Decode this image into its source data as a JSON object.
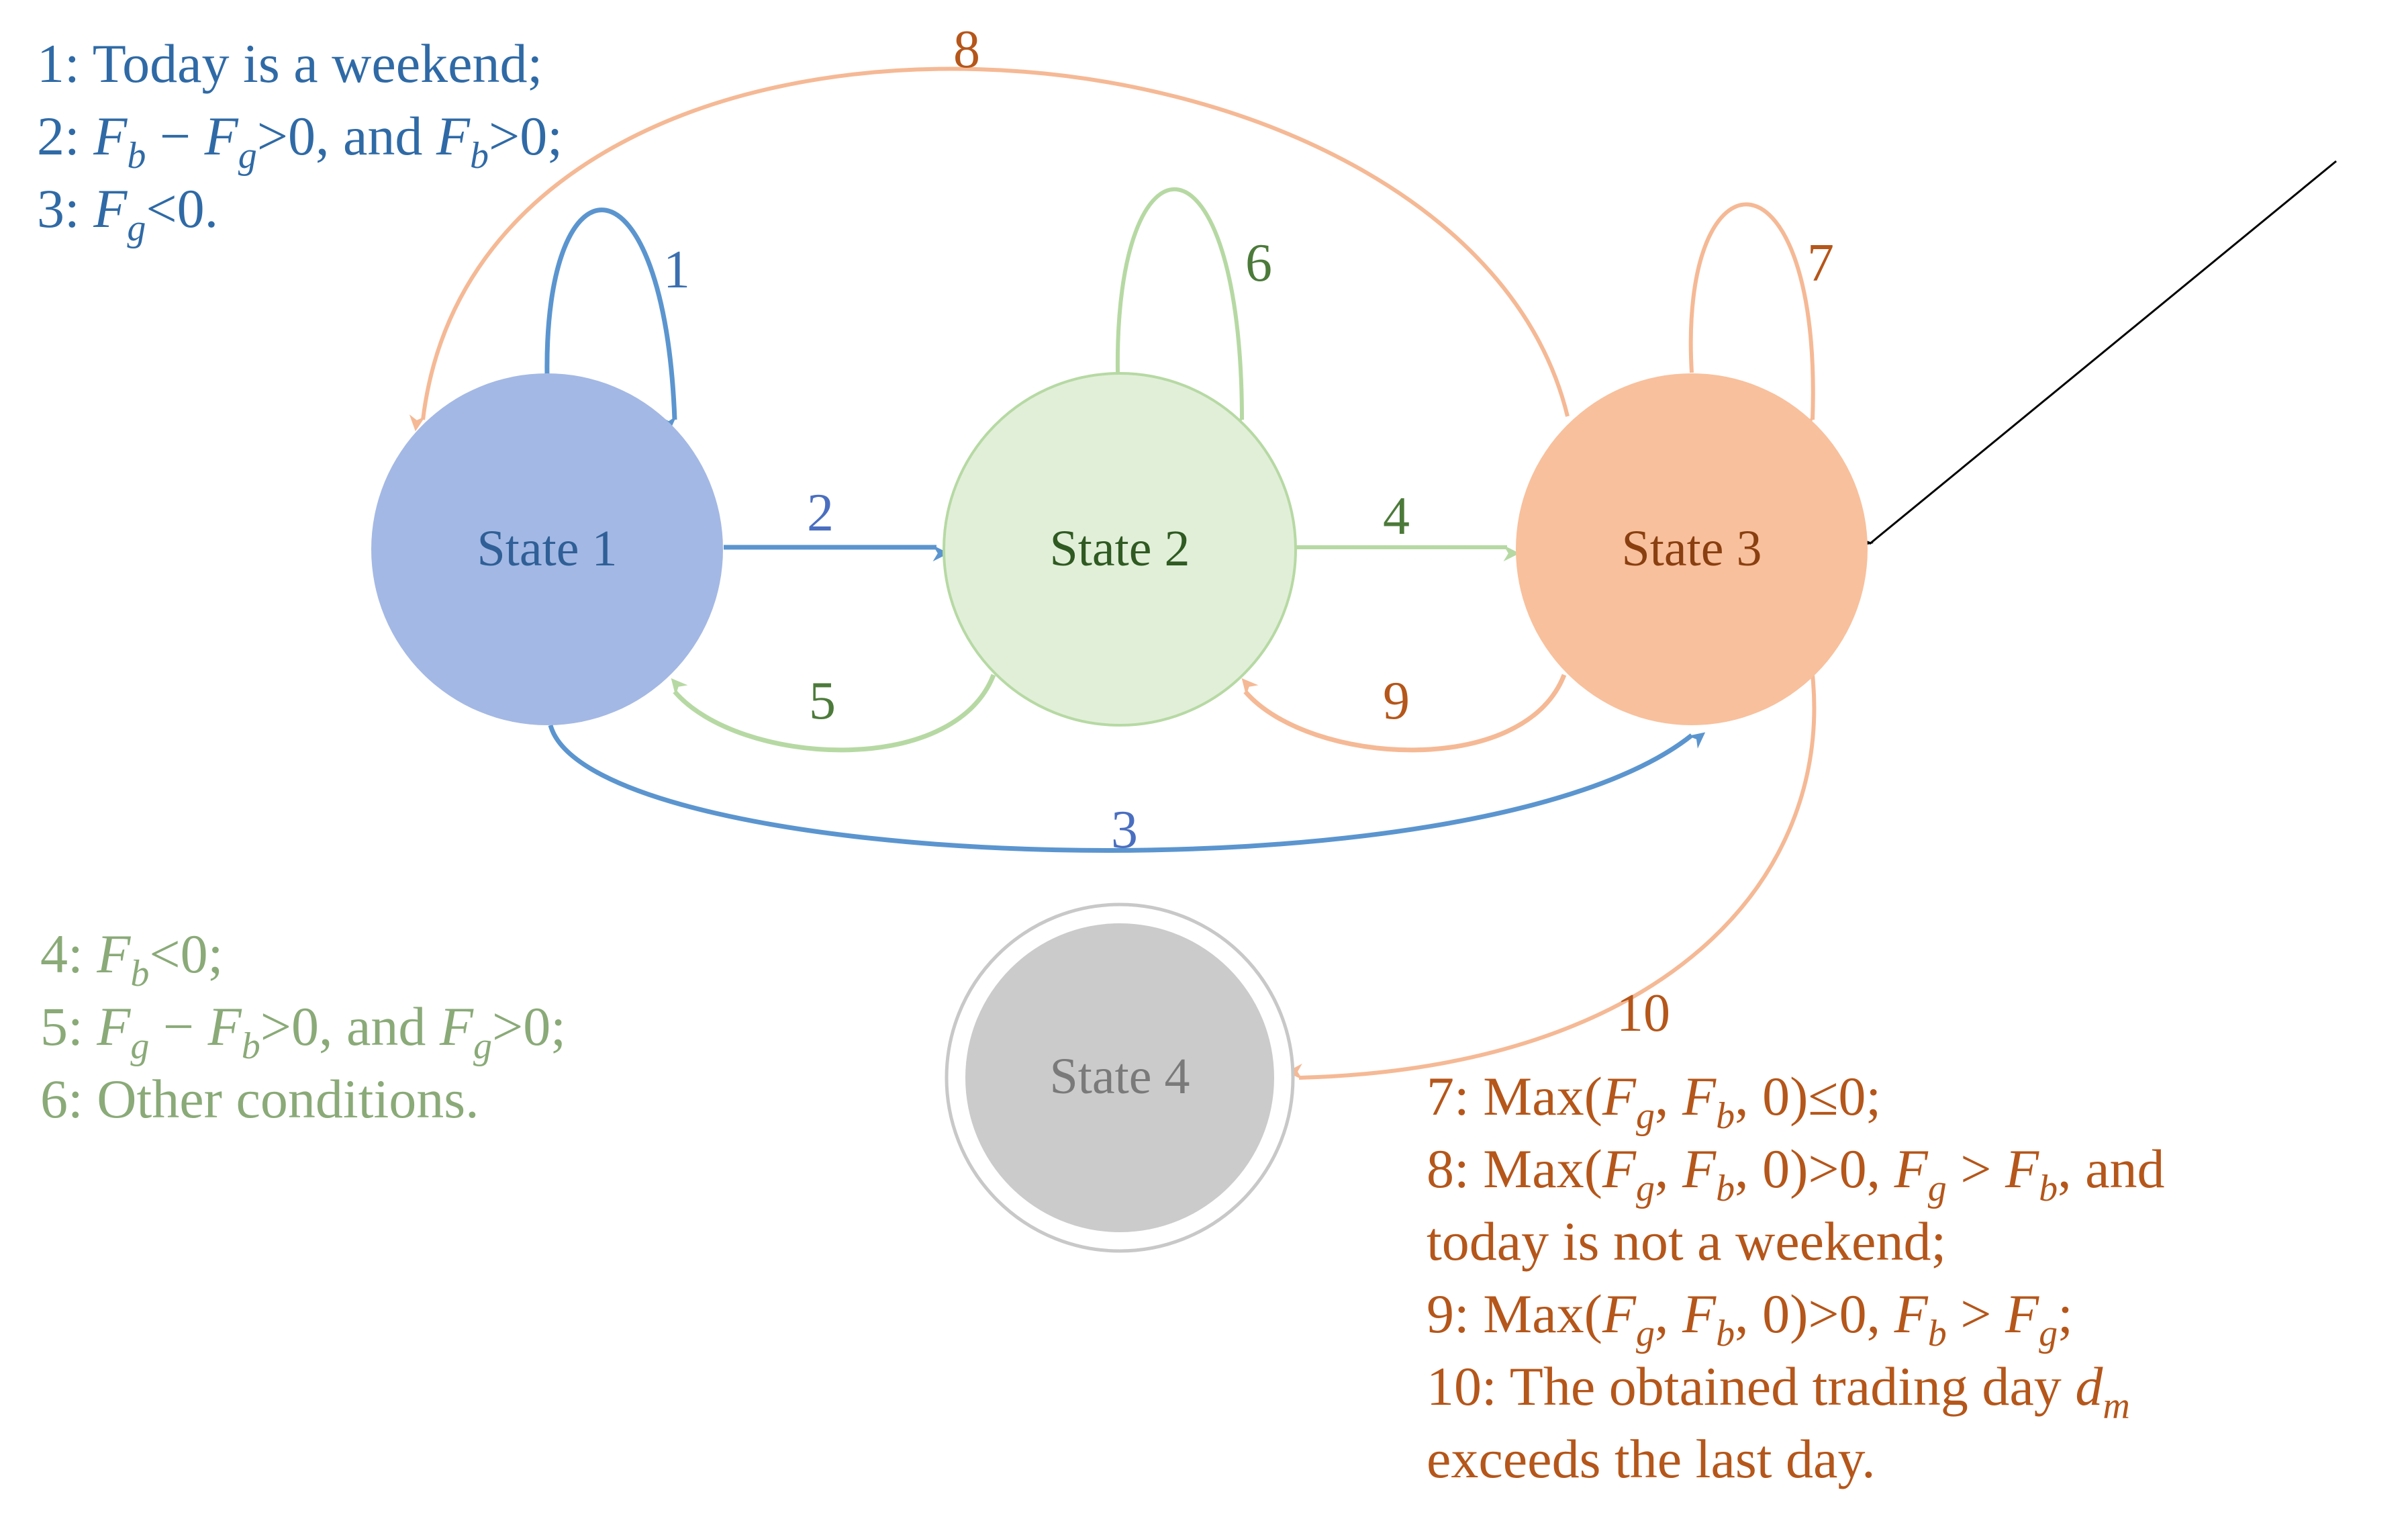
{
  "colors": {
    "blue": "#2f5f96",
    "blue_edge": "#5b95cf",
    "blue_fill": "#a3b8e4",
    "green": "#2f5a22",
    "green_edge": "#b6d9a3",
    "green_fill": "#e1efd9",
    "green_text": "#8aaa78",
    "orange": "#b5561a",
    "orange_edge": "#f5b995",
    "orange_fill": "#f8c09c",
    "gray_fill": "#cbcbcb",
    "gray_text": "#7a7a7a"
  },
  "states": {
    "s1": "State 1",
    "s2": "State 2",
    "s3": "State 3",
    "s4": "State 4"
  },
  "edges": {
    "e1": "1",
    "e2": "2",
    "e3": "3",
    "e4": "4",
    "e5": "5",
    "e6": "6",
    "e7": "7",
    "e8": "8",
    "e9": "9",
    "e10": "10"
  },
  "conditions_blue": {
    "c1": "1: Today is a weekend;",
    "c2_prefix": "2: ",
    "c2_suffix": ">0, and ",
    "c2_end": ">0;",
    "c3_prefix": "3: ",
    "c3_end": "<0."
  },
  "conditions_green": {
    "c4_prefix": "4: ",
    "c4_end": "<0;",
    "c5_prefix": "5: ",
    "c5_suffix": ">0, and ",
    "c5_end": ">0;",
    "c6": "6: Other conditions."
  },
  "conditions_orange": {
    "c7_prefix": "7: Max(",
    "c7_end": ", 0)≤0;",
    "c8_prefix": "8: Max(",
    "c8_mid": ", 0)>0, ",
    "c8_end": ", and",
    "c8_line2": "today is not a weekend;",
    "c9_prefix": "9: Max(",
    "c9_mid": ", 0)>0, ",
    "c9_end": ";",
    "c10_line1": "10: The obtained trading day ",
    "c10_line2": "exceeds the last day."
  }
}
